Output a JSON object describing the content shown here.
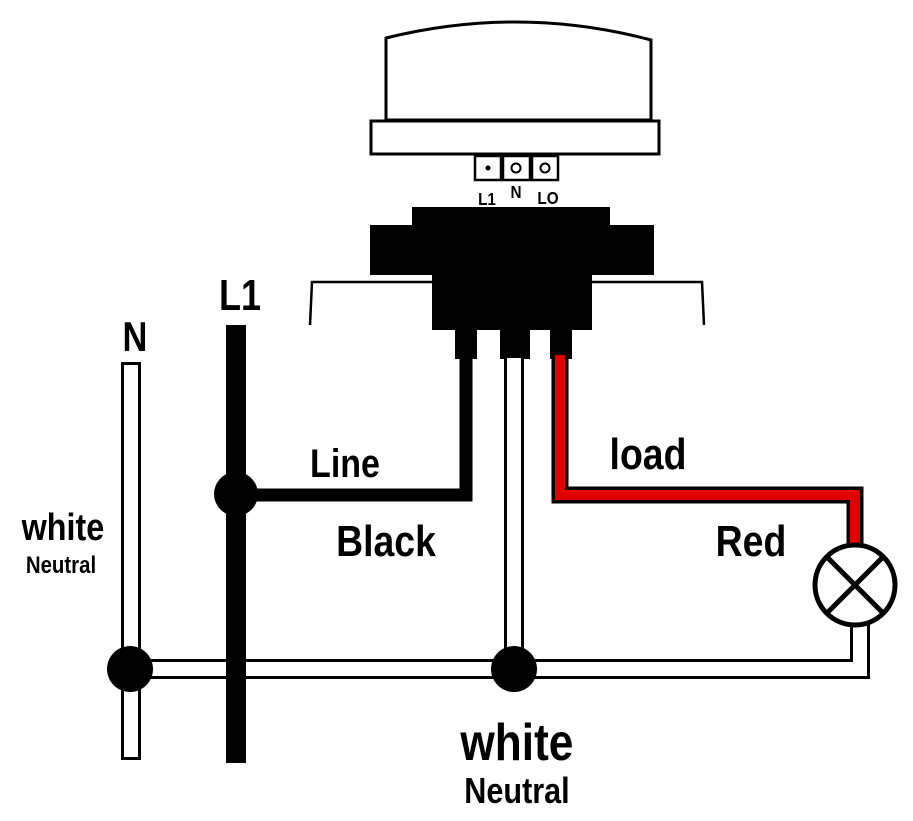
{
  "diagram": {
    "labels": {
      "terminal_l1": "L1",
      "terminal_n": "N",
      "terminal_lo": "LO",
      "n_bus": "N",
      "l1_bus": "L1",
      "line": "Line",
      "black": "Black",
      "load": "load",
      "red": "Red",
      "left_white": "white",
      "left_neutral": "Neutral",
      "bottom_white": "white",
      "bottom_neutral": "Neutral"
    },
    "colors": {
      "line_wire": "#000000",
      "load_wire": "#e00000",
      "neutral_wire": "#ffffff",
      "outline": "#000000"
    }
  }
}
